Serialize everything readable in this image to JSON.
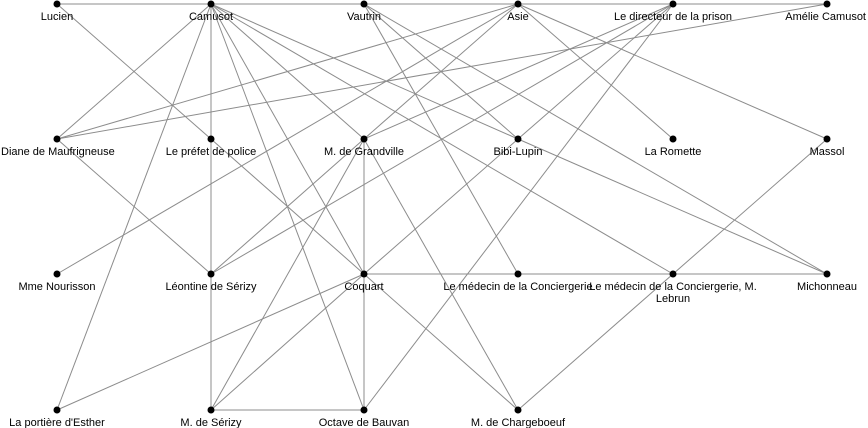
{
  "diagram": {
    "nodes": [
      {
        "id": "lucien",
        "label": "Lucien"
      },
      {
        "id": "camusot",
        "label": "Camusot"
      },
      {
        "id": "vautrin",
        "label": "Vautrin"
      },
      {
        "id": "asie",
        "label": "Asie"
      },
      {
        "id": "directeur",
        "label": "Le directeur de la prison"
      },
      {
        "id": "amelie",
        "label": "Amélie Camusot"
      },
      {
        "id": "diane",
        "label": "Diane de Maufrigneuse"
      },
      {
        "id": "prefet",
        "label": "Le préfet de police"
      },
      {
        "id": "grandville",
        "label": "M. de Grandville"
      },
      {
        "id": "bibi",
        "label": "Bibi-Lupin"
      },
      {
        "id": "romette",
        "label": "La Romette"
      },
      {
        "id": "massol",
        "label": "Massol"
      },
      {
        "id": "nourisson",
        "label": "Mme Nourisson"
      },
      {
        "id": "leontine",
        "label": "Léontine de Sérizy"
      },
      {
        "id": "coquart",
        "label": "Coquart"
      },
      {
        "id": "medecin1",
        "label": "Le médecin de la Conciergerie"
      },
      {
        "id": "lebrun",
        "label": "Le médecin de la Conciergerie, M. Lebrun"
      },
      {
        "id": "michonneau",
        "label": "Michonneau"
      },
      {
        "id": "portiere",
        "label": "La portière d'Esther"
      },
      {
        "id": "serizy",
        "label": "M. de Sérizy"
      },
      {
        "id": "octave",
        "label": "Octave de Bauvan"
      },
      {
        "id": "chargeboeuf",
        "label": "M. de Chargeboeuf"
      }
    ],
    "edges": [
      [
        "lucien",
        "camusot"
      ],
      [
        "lucien",
        "prefet"
      ],
      [
        "camusot",
        "vautrin"
      ],
      [
        "camusot",
        "diane"
      ],
      [
        "camusot",
        "prefet"
      ],
      [
        "camusot",
        "grandville"
      ],
      [
        "camusot",
        "bibi"
      ],
      [
        "camusot",
        "leontine"
      ],
      [
        "camusot",
        "coquart"
      ],
      [
        "camusot",
        "lebrun"
      ],
      [
        "camusot",
        "portiere"
      ],
      [
        "camusot",
        "serizy"
      ],
      [
        "camusot",
        "octave"
      ],
      [
        "vautrin",
        "asie"
      ],
      [
        "vautrin",
        "bibi"
      ],
      [
        "vautrin",
        "medecin1"
      ],
      [
        "vautrin",
        "michonneau"
      ],
      [
        "asie",
        "directeur"
      ],
      [
        "asie",
        "diane"
      ],
      [
        "asie",
        "grandville"
      ],
      [
        "asie",
        "romette"
      ],
      [
        "asie",
        "massol"
      ],
      [
        "asie",
        "nourisson"
      ],
      [
        "directeur",
        "amelie"
      ],
      [
        "directeur",
        "grandville"
      ],
      [
        "directeur",
        "bibi"
      ],
      [
        "directeur",
        "leontine"
      ],
      [
        "directeur",
        "octave"
      ],
      [
        "amelie",
        "diane"
      ],
      [
        "diane",
        "leontine"
      ],
      [
        "prefet",
        "leontine"
      ],
      [
        "prefet",
        "coquart"
      ],
      [
        "grandville",
        "leontine"
      ],
      [
        "grandville",
        "coquart"
      ],
      [
        "grandville",
        "serizy"
      ],
      [
        "grandville",
        "octave"
      ],
      [
        "grandville",
        "chargeboeuf"
      ],
      [
        "bibi",
        "coquart"
      ],
      [
        "bibi",
        "michonneau"
      ],
      [
        "massol",
        "lebrun"
      ],
      [
        "leontine",
        "serizy"
      ],
      [
        "coquart",
        "medecin1"
      ],
      [
        "coquart",
        "michonneau"
      ],
      [
        "coquart",
        "portiere"
      ],
      [
        "coquart",
        "serizy"
      ],
      [
        "coquart",
        "chargeboeuf"
      ],
      [
        "lebrun",
        "chargeboeuf"
      ],
      [
        "serizy",
        "octave"
      ]
    ]
  }
}
